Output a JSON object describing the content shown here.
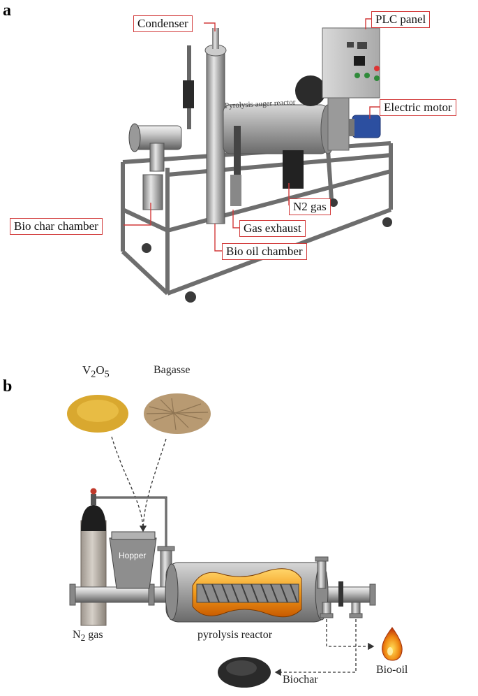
{
  "panel_a": {
    "letter": "a",
    "photo_label": "Pyrolysis auger reactor",
    "callouts": {
      "condenser": "Condenser",
      "plc_panel": "PLC panel",
      "electric_motor": "Electric motor",
      "n2_gas": "N2 gas",
      "gas_exhaust": "Gas exhaust",
      "bio_char_chamber": "Bio char chamber",
      "bio_oil_chamber": "Bio oil chamber"
    },
    "callout_color": "#d23a3a"
  },
  "panel_b": {
    "letter": "b",
    "catalyst": {
      "base": "V",
      "sub1": "2",
      "mid": "O",
      "sub2": "5"
    },
    "bagasse": "Bagasse",
    "hopper": "Hopper",
    "n2_gas": {
      "base": "N",
      "sub": "2",
      "rest": " gas"
    },
    "pyrolysis_reactor": "pyrolysis reactor",
    "bio_oil": "Bio-oil",
    "biochar": "Biochar"
  }
}
